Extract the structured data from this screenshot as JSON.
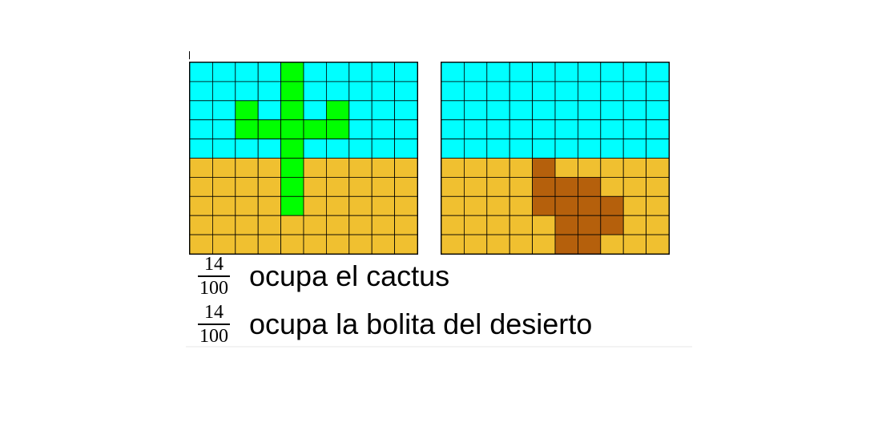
{
  "figure": {
    "grid_size": 10,
    "colors": {
      "sky": "#00ffff",
      "sand": "#f0c030",
      "cactus": "#00ff00",
      "ball": "#b5600c",
      "line": "#000000"
    },
    "left_grid": {
      "sky_rows": 5,
      "shape_color_key": "cactus",
      "shape_cells": [
        [
          0,
          4
        ],
        [
          1,
          4
        ],
        [
          2,
          2
        ],
        [
          2,
          4
        ],
        [
          2,
          6
        ],
        [
          3,
          2
        ],
        [
          3,
          3
        ],
        [
          3,
          4
        ],
        [
          3,
          5
        ],
        [
          3,
          6
        ],
        [
          4,
          4
        ],
        [
          5,
          4
        ],
        [
          6,
          4
        ],
        [
          7,
          4
        ]
      ]
    },
    "right_grid": {
      "sky_rows": 5,
      "shape_color_key": "ball",
      "shape_cells": [
        [
          5,
          4
        ],
        [
          6,
          4
        ],
        [
          6,
          5
        ],
        [
          6,
          6
        ],
        [
          7,
          4
        ],
        [
          7,
          5
        ],
        [
          7,
          6
        ],
        [
          7,
          7
        ],
        [
          8,
          5
        ],
        [
          8,
          6
        ],
        [
          8,
          7
        ],
        [
          9,
          5
        ],
        [
          9,
          6
        ]
      ]
    }
  },
  "captions": [
    {
      "numerator": "14",
      "denominator": "100",
      "text": "ocupa el cactus"
    },
    {
      "numerator": "14",
      "denominator": "100",
      "text": "ocupa la bolita del desierto"
    }
  ]
}
